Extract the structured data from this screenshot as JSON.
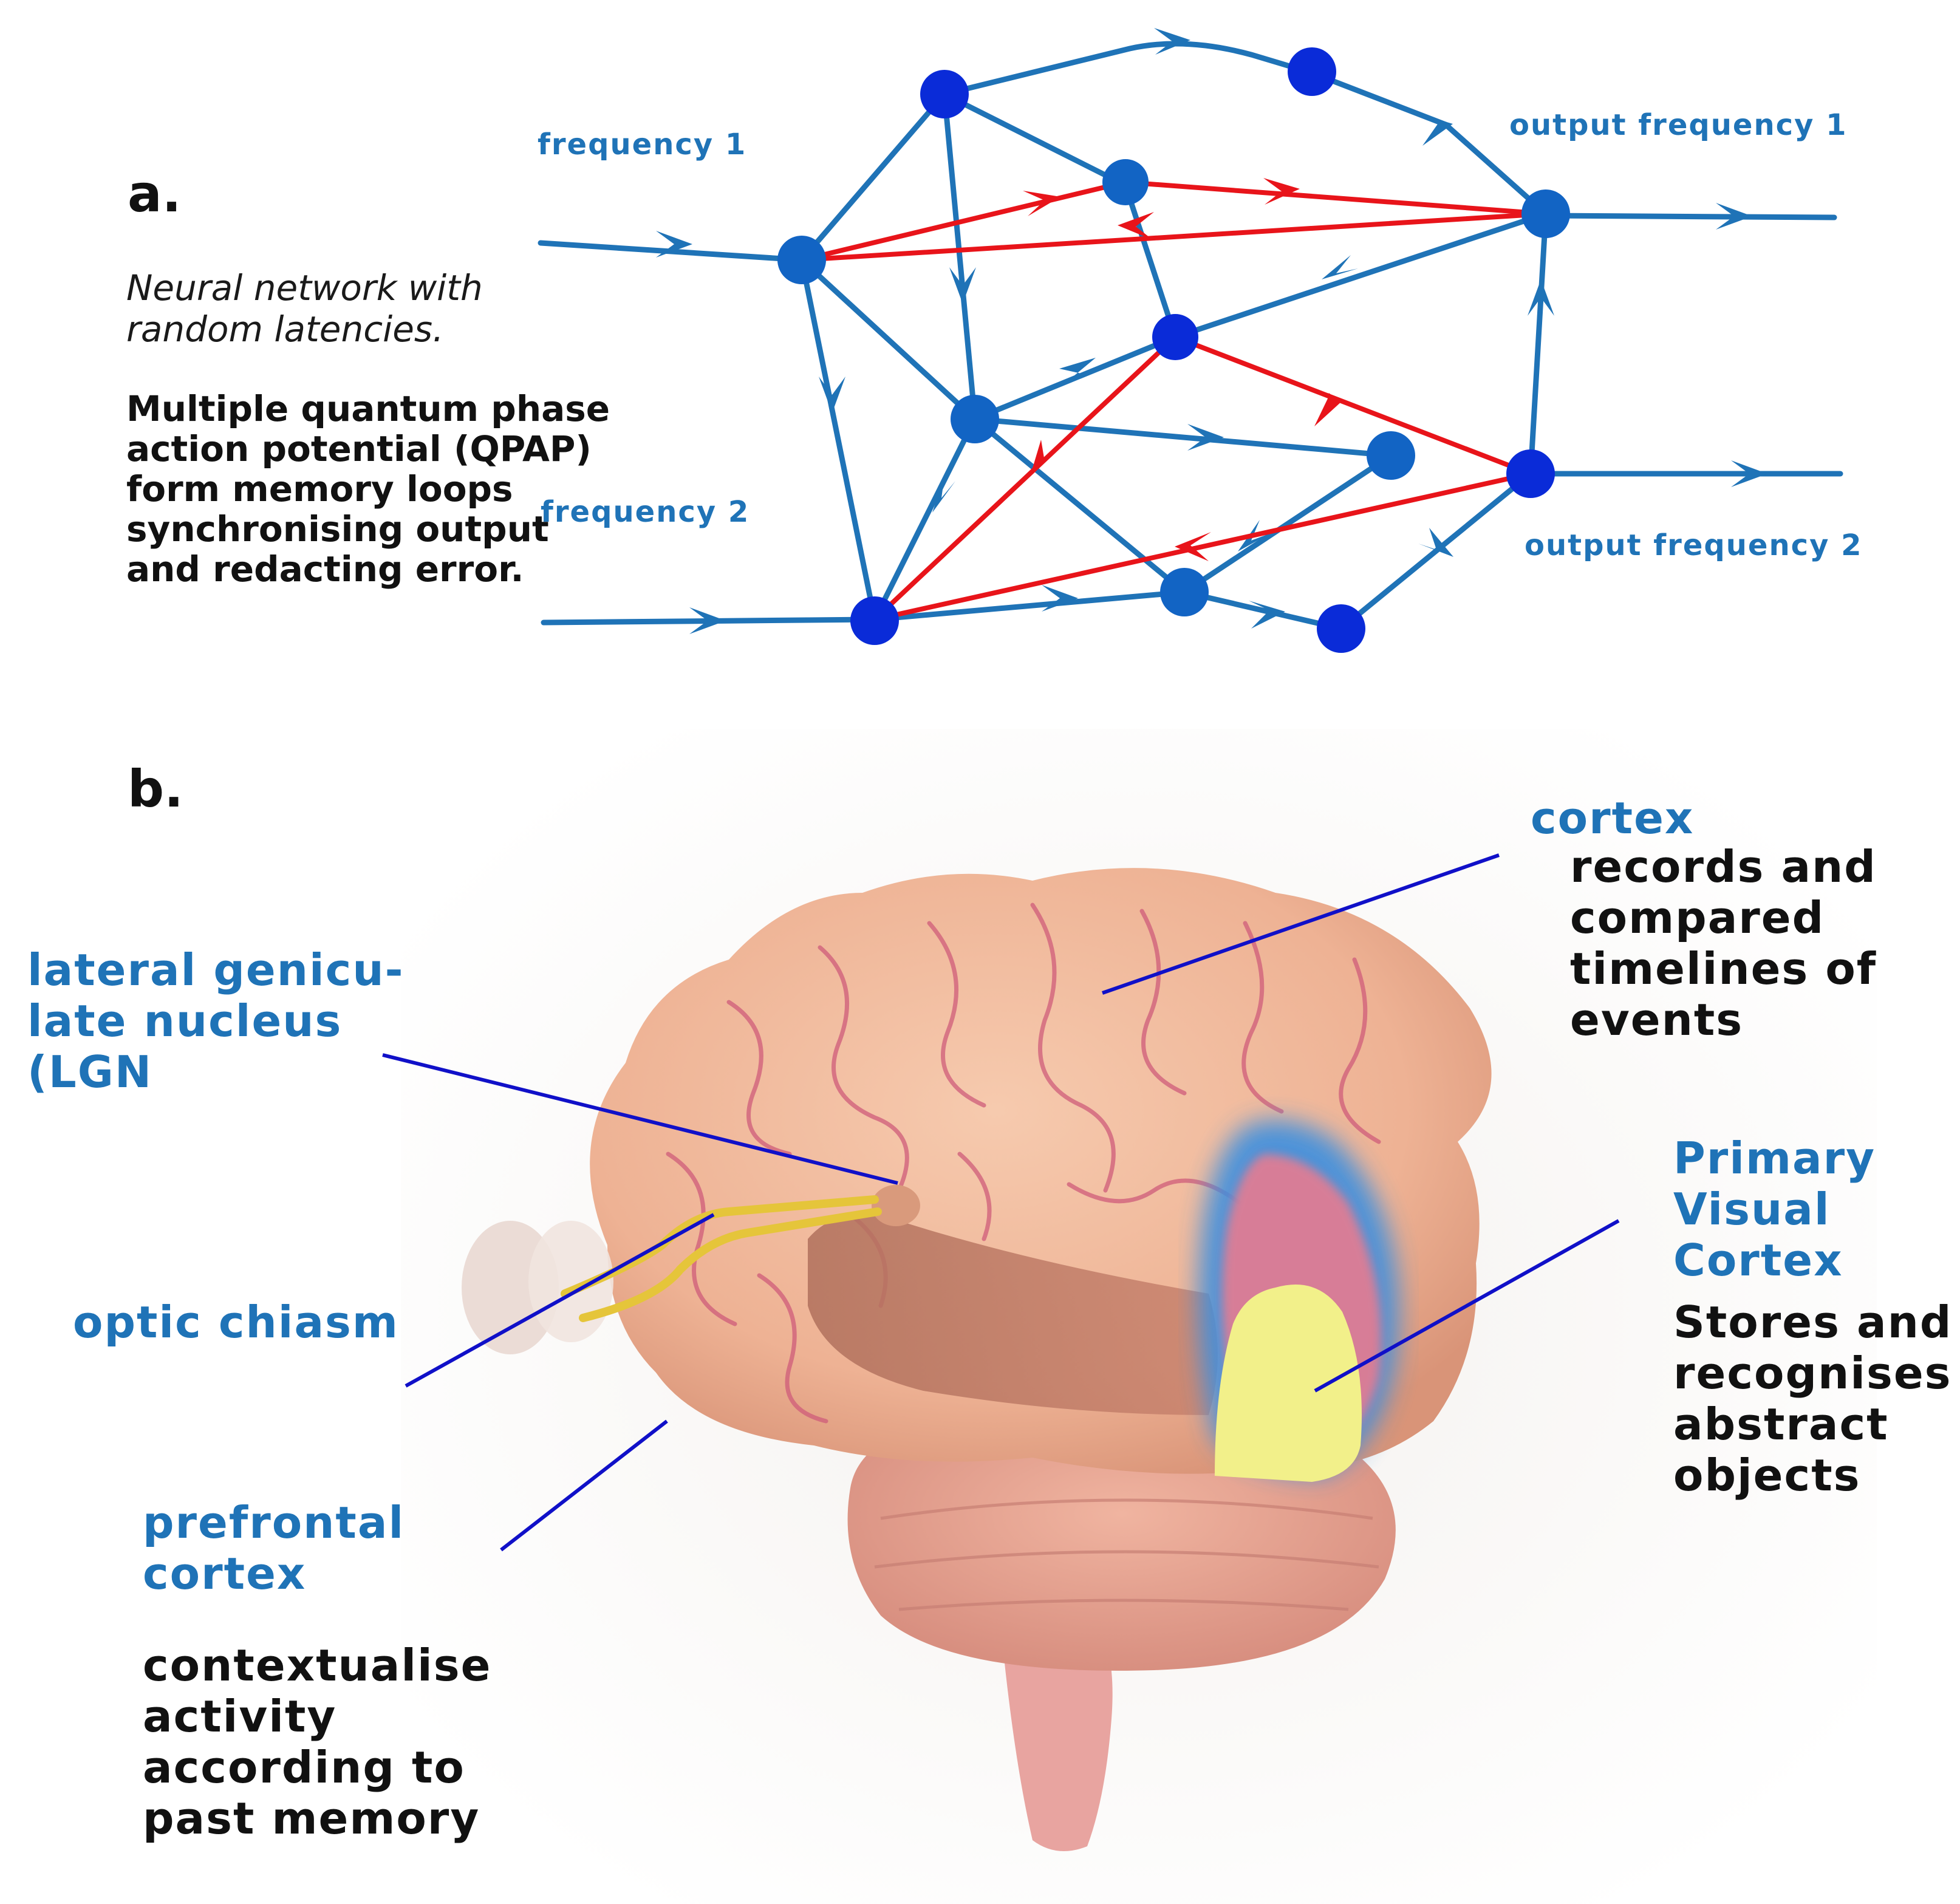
{
  "panel_a": {
    "letter": "a.",
    "caption_italic": [
      "Neural network with",
      "random latencies."
    ],
    "caption_bold": [
      "Multiple quantum phase",
      "action potential (QPAP)",
      "form memory loops",
      "synchronising output",
      "and redacting error."
    ],
    "input_labels": [
      "frequency 1",
      "frequency 2"
    ],
    "output_labels": [
      "output frequency 1",
      "output frequency 2"
    ],
    "colors": {
      "edge": "#1f73b7",
      "loop": "#e8141a",
      "node": "#1264c4",
      "node_alt": "#0a2bd8"
    }
  },
  "panel_b": {
    "letter": "b.",
    "labels": {
      "cortex": {
        "head": [
          "cortex"
        ],
        "body": [
          "records and",
          "compared",
          "timelines of",
          "events"
        ]
      },
      "lgn": {
        "head": [
          "lateral genicu-",
          "late nucleus",
          "(LGN"
        ]
      },
      "optic_chiasm": {
        "head": [
          "optic chiasm"
        ]
      },
      "prefrontal": {
        "head": [
          "prefrontal",
          "cortex"
        ],
        "body": [
          "contextualise",
          "activity",
          "according to",
          "past memory"
        ]
      },
      "visual": {
        "head": [
          "Primary",
          "Visual",
          "Cortex"
        ],
        "body": [
          "Stores and",
          "recognises",
          "abstract",
          "objects"
        ]
      }
    },
    "colors": {
      "leader": "#1010c8",
      "brain": "#f0b89a",
      "visual_blue": "#3a8fe0",
      "visual_pink": "#f07a8c",
      "visual_yellow": "#f2f08a"
    }
  }
}
